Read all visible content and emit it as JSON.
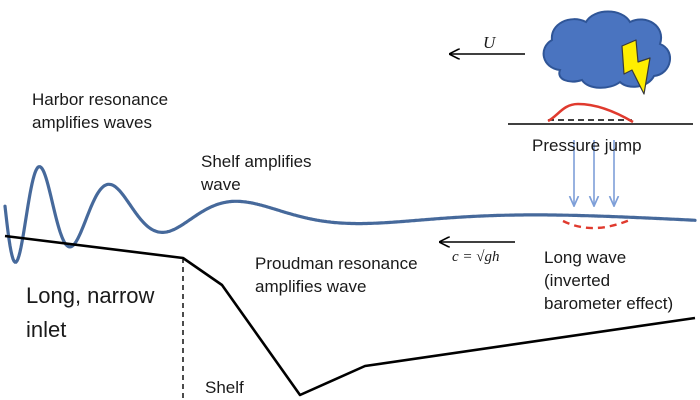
{
  "labels": {
    "harbor_line1": "Harbor resonance",
    "harbor_line2": "amplifies waves",
    "shelf_amp_line1": "Shelf amplifies",
    "shelf_amp_line2": "wave",
    "proudman_line1": "Proudman resonance",
    "proudman_line2": "amplifies wave",
    "inlet_line1": "Long, narrow",
    "inlet_line2": "inlet",
    "shelf": "Shelf",
    "pressure_jump": "Pressure jump",
    "longwave_line1": "Long wave",
    "longwave_line2": "(inverted",
    "longwave_line3": "barometer effect)",
    "storm_speed": "U",
    "wave_speed": "c = √gh"
  },
  "colors": {
    "wave": "#46699b",
    "pressure": "#e03a2e",
    "cloud": "#4a74c0",
    "cloud_edge": "#2f5597",
    "lightning": "#ffee00",
    "arrows": "#7e9fd8",
    "ink": "#000000"
  },
  "icons": [
    "storm-cloud-icon",
    "lightning-bolt-icon"
  ]
}
